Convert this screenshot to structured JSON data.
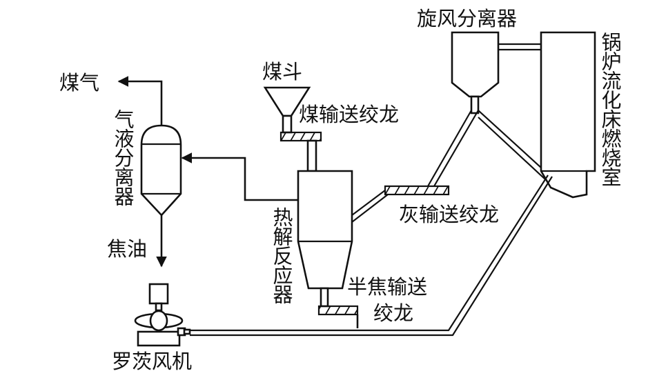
{
  "labels": {
    "gas_out": "煤气",
    "gas_liquid_separator": "气液分离器",
    "tar": "焦油",
    "coal_hopper": "煤斗",
    "coal_screw": "煤输送绞龙",
    "pyrolysis_reactor": "热解反应器",
    "ash_screw": "灰输送绞龙",
    "semicoke_screw_line1": "半焦输送",
    "semicoke_screw_line2": "绞龙",
    "cyclone": "旋风分离器",
    "boiler": "锅炉流化床燃烧室",
    "roots_blower": "罗茨风机"
  }
}
